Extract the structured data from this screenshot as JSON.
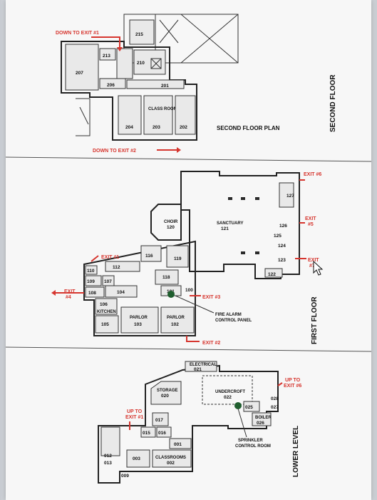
{
  "second_floor": {
    "side_title": "SECOND FLOOR",
    "plan_title": "SECOND FLOOR PLAN",
    "exit1": "DOWN TO EXIT #1",
    "exit2": "DOWN TO EXIT #2",
    "rooms": {
      "r215": "215",
      "r213": "213",
      "r210": "210",
      "r207": "207",
      "r206": "206",
      "r201": "201",
      "r204": "204",
      "r203": "203",
      "r202": "202"
    },
    "labels": {
      "class_room": "CLASS ROOM"
    }
  },
  "first_floor": {
    "side_title": "FIRST FLOOR",
    "exit1": "EXIT #1",
    "exit2": "EXIT #2",
    "exit3": "EXIT #3",
    "exit4": "EXIT",
    "exit4b": "#4",
    "exit5": "EXIT",
    "exit5b": "#5",
    "exit6": "EXIT #6",
    "exit7": "EXIT",
    "exit7b": "#7",
    "choir_label": "CHOIR",
    "choir": "120",
    "sanctuary_label": "SANCTUARY",
    "sanctuary": "121",
    "rooms": {
      "r127": "127",
      "r126": "126",
      "r125": "125",
      "r124": "124",
      "r123": "123",
      "r122": "122",
      "r116": "116",
      "r119": "119",
      "r112": "112",
      "r118": "118",
      "r110": "110",
      "r109": "109",
      "r107": "107",
      "r108": "108",
      "r104": "104",
      "r101": "101",
      "r100": "100",
      "r106": "106",
      "r105": "105",
      "r103": "103",
      "r102": "102"
    },
    "labels": {
      "parlor": "PARLOR",
      "kitchen": "KITCHEN"
    },
    "fire_alarm_1": "FIRE ALARM",
    "fire_alarm_2": "CONTROL PANEL"
  },
  "lower_level": {
    "side_title": "LOWER LEVEL",
    "up_exit1_a": "UP TO",
    "up_exit1_b": "EXIT #1",
    "up_exit6_a": "UP TO",
    "up_exit6_b": "EXIT #6",
    "electrical_label": "ELECTRICAL",
    "electrical": "021",
    "storage_label": "STORAGE",
    "storage": "020",
    "undercroft_label": "UNDERCROFT",
    "undercroft": "022",
    "rooms": {
      "r025": "025",
      "r028": "028",
      "r027": "027",
      "r026": "026",
      "r017": "017",
      "r016": "016",
      "r015": "015",
      "r001": "001",
      "r002": "002",
      "r003": "003",
      "r012": "012",
      "r013": "013",
      "r009": "009"
    },
    "labels": {
      "classrooms": "CLASSROOMS",
      "boiler": "BOILER"
    },
    "sprinkler_1": "SPRINKLER",
    "sprinkler_2": "CONTROL ROOM"
  },
  "colors": {
    "exit_red": "#d6362f",
    "marker_green": "#1f5e2e"
  },
  "icons": [
    "mouse-cursor-icon",
    "stair-icon",
    "exit-arrow-icon"
  ]
}
